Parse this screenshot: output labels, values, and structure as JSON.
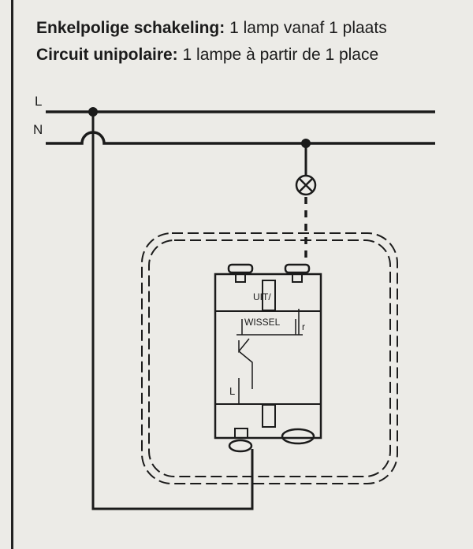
{
  "heading": {
    "line1_bold": "Enkelpolige schakeling:",
    "line1_rest": " 1 lamp vanaf 1 plaats",
    "line2_bold": "Circuit unipolaire:",
    "line2_rest": " 1 lampe à partir de 1 place"
  },
  "diagram": {
    "line_label": "L",
    "neutral_label": "N",
    "switch_label_top": "UIT/",
    "switch_label_bottom": "WISSEL",
    "terminal_r": "r",
    "terminal_l": "L"
  }
}
